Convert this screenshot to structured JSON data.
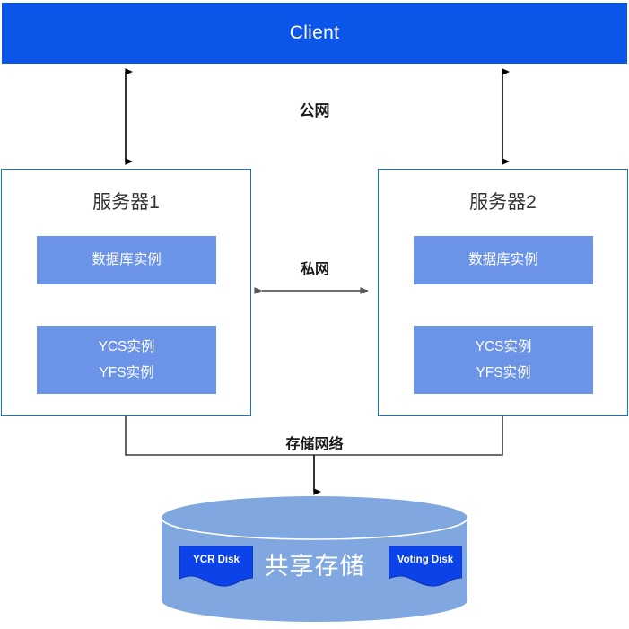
{
  "diagram": {
    "title": "Client",
    "client": {
      "label": "Client",
      "color": "#0B55E8"
    },
    "networks": {
      "public": "公网",
      "private": "私网",
      "storage": "存储网络"
    },
    "servers": [
      {
        "title": "服务器1",
        "instances": [
          {
            "lines": [
              "数据库实例"
            ]
          },
          {
            "lines": [
              "YCS实例",
              "YFS实例"
            ]
          }
        ]
      },
      {
        "title": "服务器2",
        "instances": [
          {
            "lines": [
              "数据库实例"
            ]
          },
          {
            "lines": [
              "YCS实例",
              "YFS实例"
            ]
          }
        ]
      }
    ],
    "storage": {
      "title": "共享存储",
      "disks": [
        {
          "label": "YCR Disk"
        },
        {
          "label": "Voting Disk"
        }
      ],
      "fill": "#80A7E0",
      "disk_fill": "#0B43E8"
    },
    "colors": {
      "accent": "#0B55E8",
      "box_border": "#0B76E0",
      "instance_fill": "#6B93E8",
      "arrow_dark": "#000000",
      "arrow_gray": "#6E6E6E",
      "text_dark": "#333333"
    }
  }
}
